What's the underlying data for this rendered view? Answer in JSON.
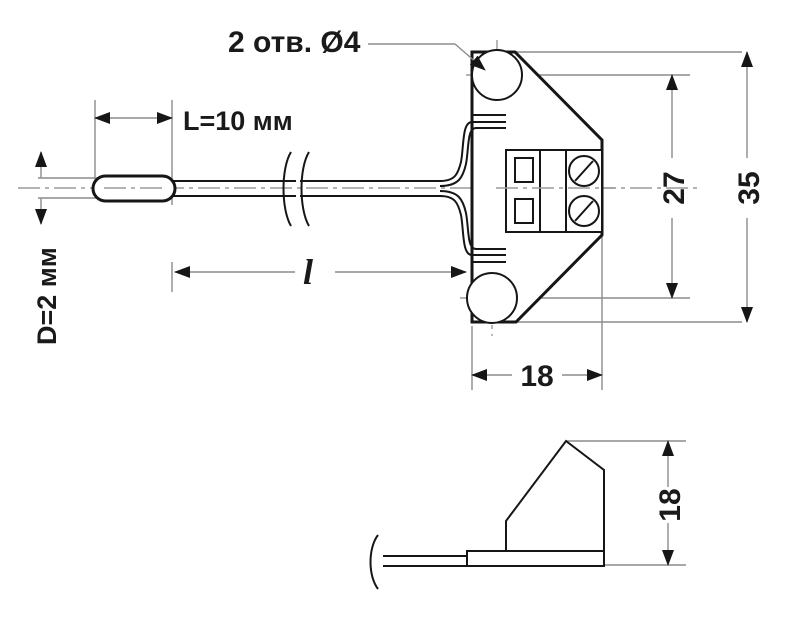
{
  "drawing": {
    "title": "Temperature probe dimensional drawing",
    "background_color": "#ffffff",
    "line_color": "#161616",
    "thin_line_color": "#8c8c8c",
    "annotations": {
      "holes_note": "2 отв. Ø4",
      "probe_length": "L=10 мм",
      "probe_diameter": "D=2 мм",
      "cable_length": "l"
    },
    "dimensions": {
      "height_overall": "35",
      "height_holes": "27",
      "width_front": "18",
      "height_side": "18"
    },
    "views": {
      "front_view_name": "front-view",
      "side_view_name": "side-view"
    }
  }
}
